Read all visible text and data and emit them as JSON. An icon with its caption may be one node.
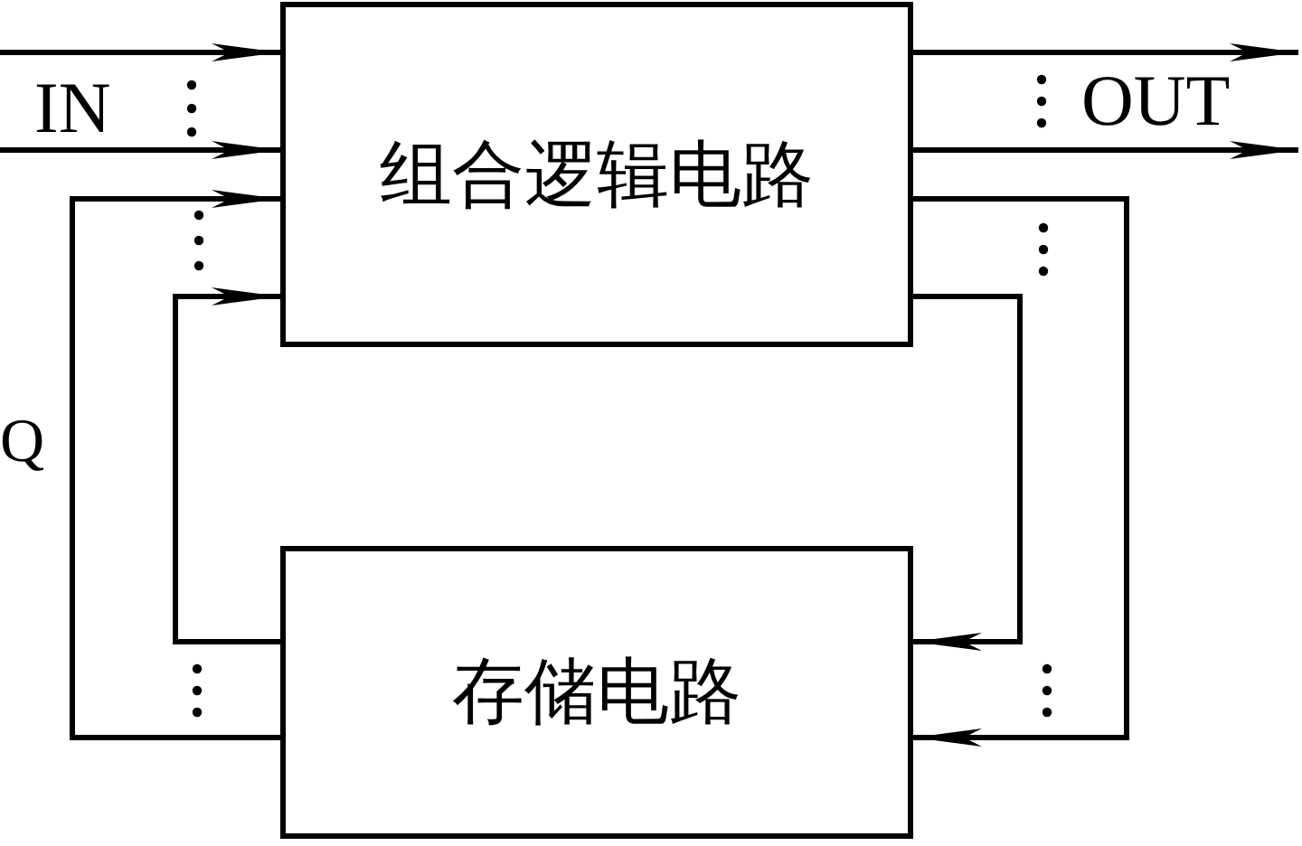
{
  "diagram": {
    "nodes": [
      {
        "text": [
          "组合逻辑电路"
        ]
      },
      {
        "text": [
          "存储电路"
        ]
      }
    ],
    "edges": [
      {
        "from": null,
        "to": 0,
        "arrow": "to"
      },
      {
        "from": null,
        "to": 0,
        "arrow": "to"
      },
      {
        "from": 1,
        "to": 0,
        "arrow": "to"
      },
      {
        "from": 1,
        "to": 0,
        "arrow": "to"
      },
      {
        "from": 0,
        "to": null,
        "arrow": "to"
      },
      {
        "from": 0,
        "to": null,
        "arrow": "to"
      },
      {
        "from": 0,
        "to": 1,
        "arrow": "to"
      },
      {
        "from": 0,
        "to": 1,
        "arrow": "to"
      }
    ],
    "labels": [
      "IN",
      "OUT",
      "Q"
    ]
  }
}
